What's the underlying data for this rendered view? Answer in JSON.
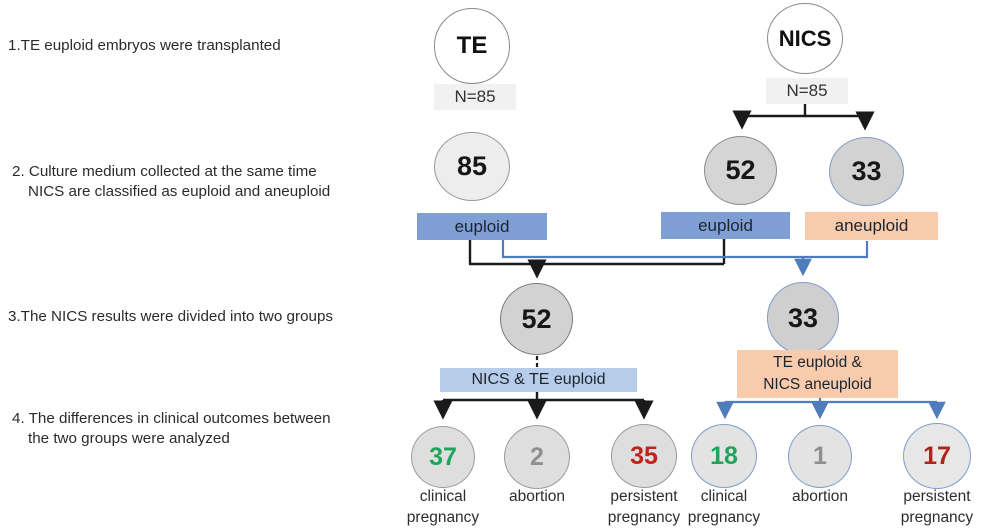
{
  "colors": {
    "green": "#1fa55a",
    "red": "#c0231c",
    "dark_red": "#b02418",
    "muted_gray": "#8f8f8f",
    "blue_box": "#7f9fd4",
    "light_blue_box": "#b7cce9",
    "orange_box": "#f7cbab",
    "blue_line": "#4f7cba",
    "black_line": "#1a1a1a",
    "gray_box": "#f1f1f1"
  },
  "steps": [
    {
      "lines": [
        "1.TE euploid embryos were transplanted",
        ""
      ]
    },
    {
      "lines": [
        "2. Culture medium collected at the same time",
        "NICS are classified as euploid and aneuploid"
      ]
    },
    {
      "lines": [
        "3.The NICS results were divided into two groups",
        ""
      ]
    },
    {
      "lines": [
        "4. The differences in clinical outcomes between",
        "the two groups were analyzed"
      ]
    }
  ],
  "top": {
    "te": {
      "label": "TE",
      "n": "N=85"
    },
    "nics": {
      "label": "NICS",
      "n": "N=85"
    }
  },
  "row2": {
    "te_count": "85",
    "nics_euploid_count": "52",
    "nics_aneuploid_count": "33",
    "te_tag": "euploid",
    "euploid_tag": "euploid",
    "aneuploid_tag": "aneuploid"
  },
  "row3": {
    "euploid_group_count": "52",
    "aneuploid_group_count": "33",
    "left_group_label": "NICS & TE euploid",
    "right_group_label_line1": "TE euploid  &",
    "right_group_label_line2": "NICS aneuploid"
  },
  "outcomes": {
    "left": [
      {
        "value": "37",
        "label_line1": "clinical",
        "label_line2": "pregnancy"
      },
      {
        "value": "2",
        "label_line1": "abortion",
        "label_line2": ""
      },
      {
        "value": "35",
        "label_line1": "persistent",
        "label_line2": "pregnancy"
      }
    ],
    "right": [
      {
        "value": "18",
        "label_line1": "clinical",
        "label_line2": "pregnancy"
      },
      {
        "value": "1",
        "label_line1": "abortion",
        "label_line2": ""
      },
      {
        "value": "17",
        "label_line1": "persistent",
        "label_line2": "pregnancy"
      }
    ]
  }
}
